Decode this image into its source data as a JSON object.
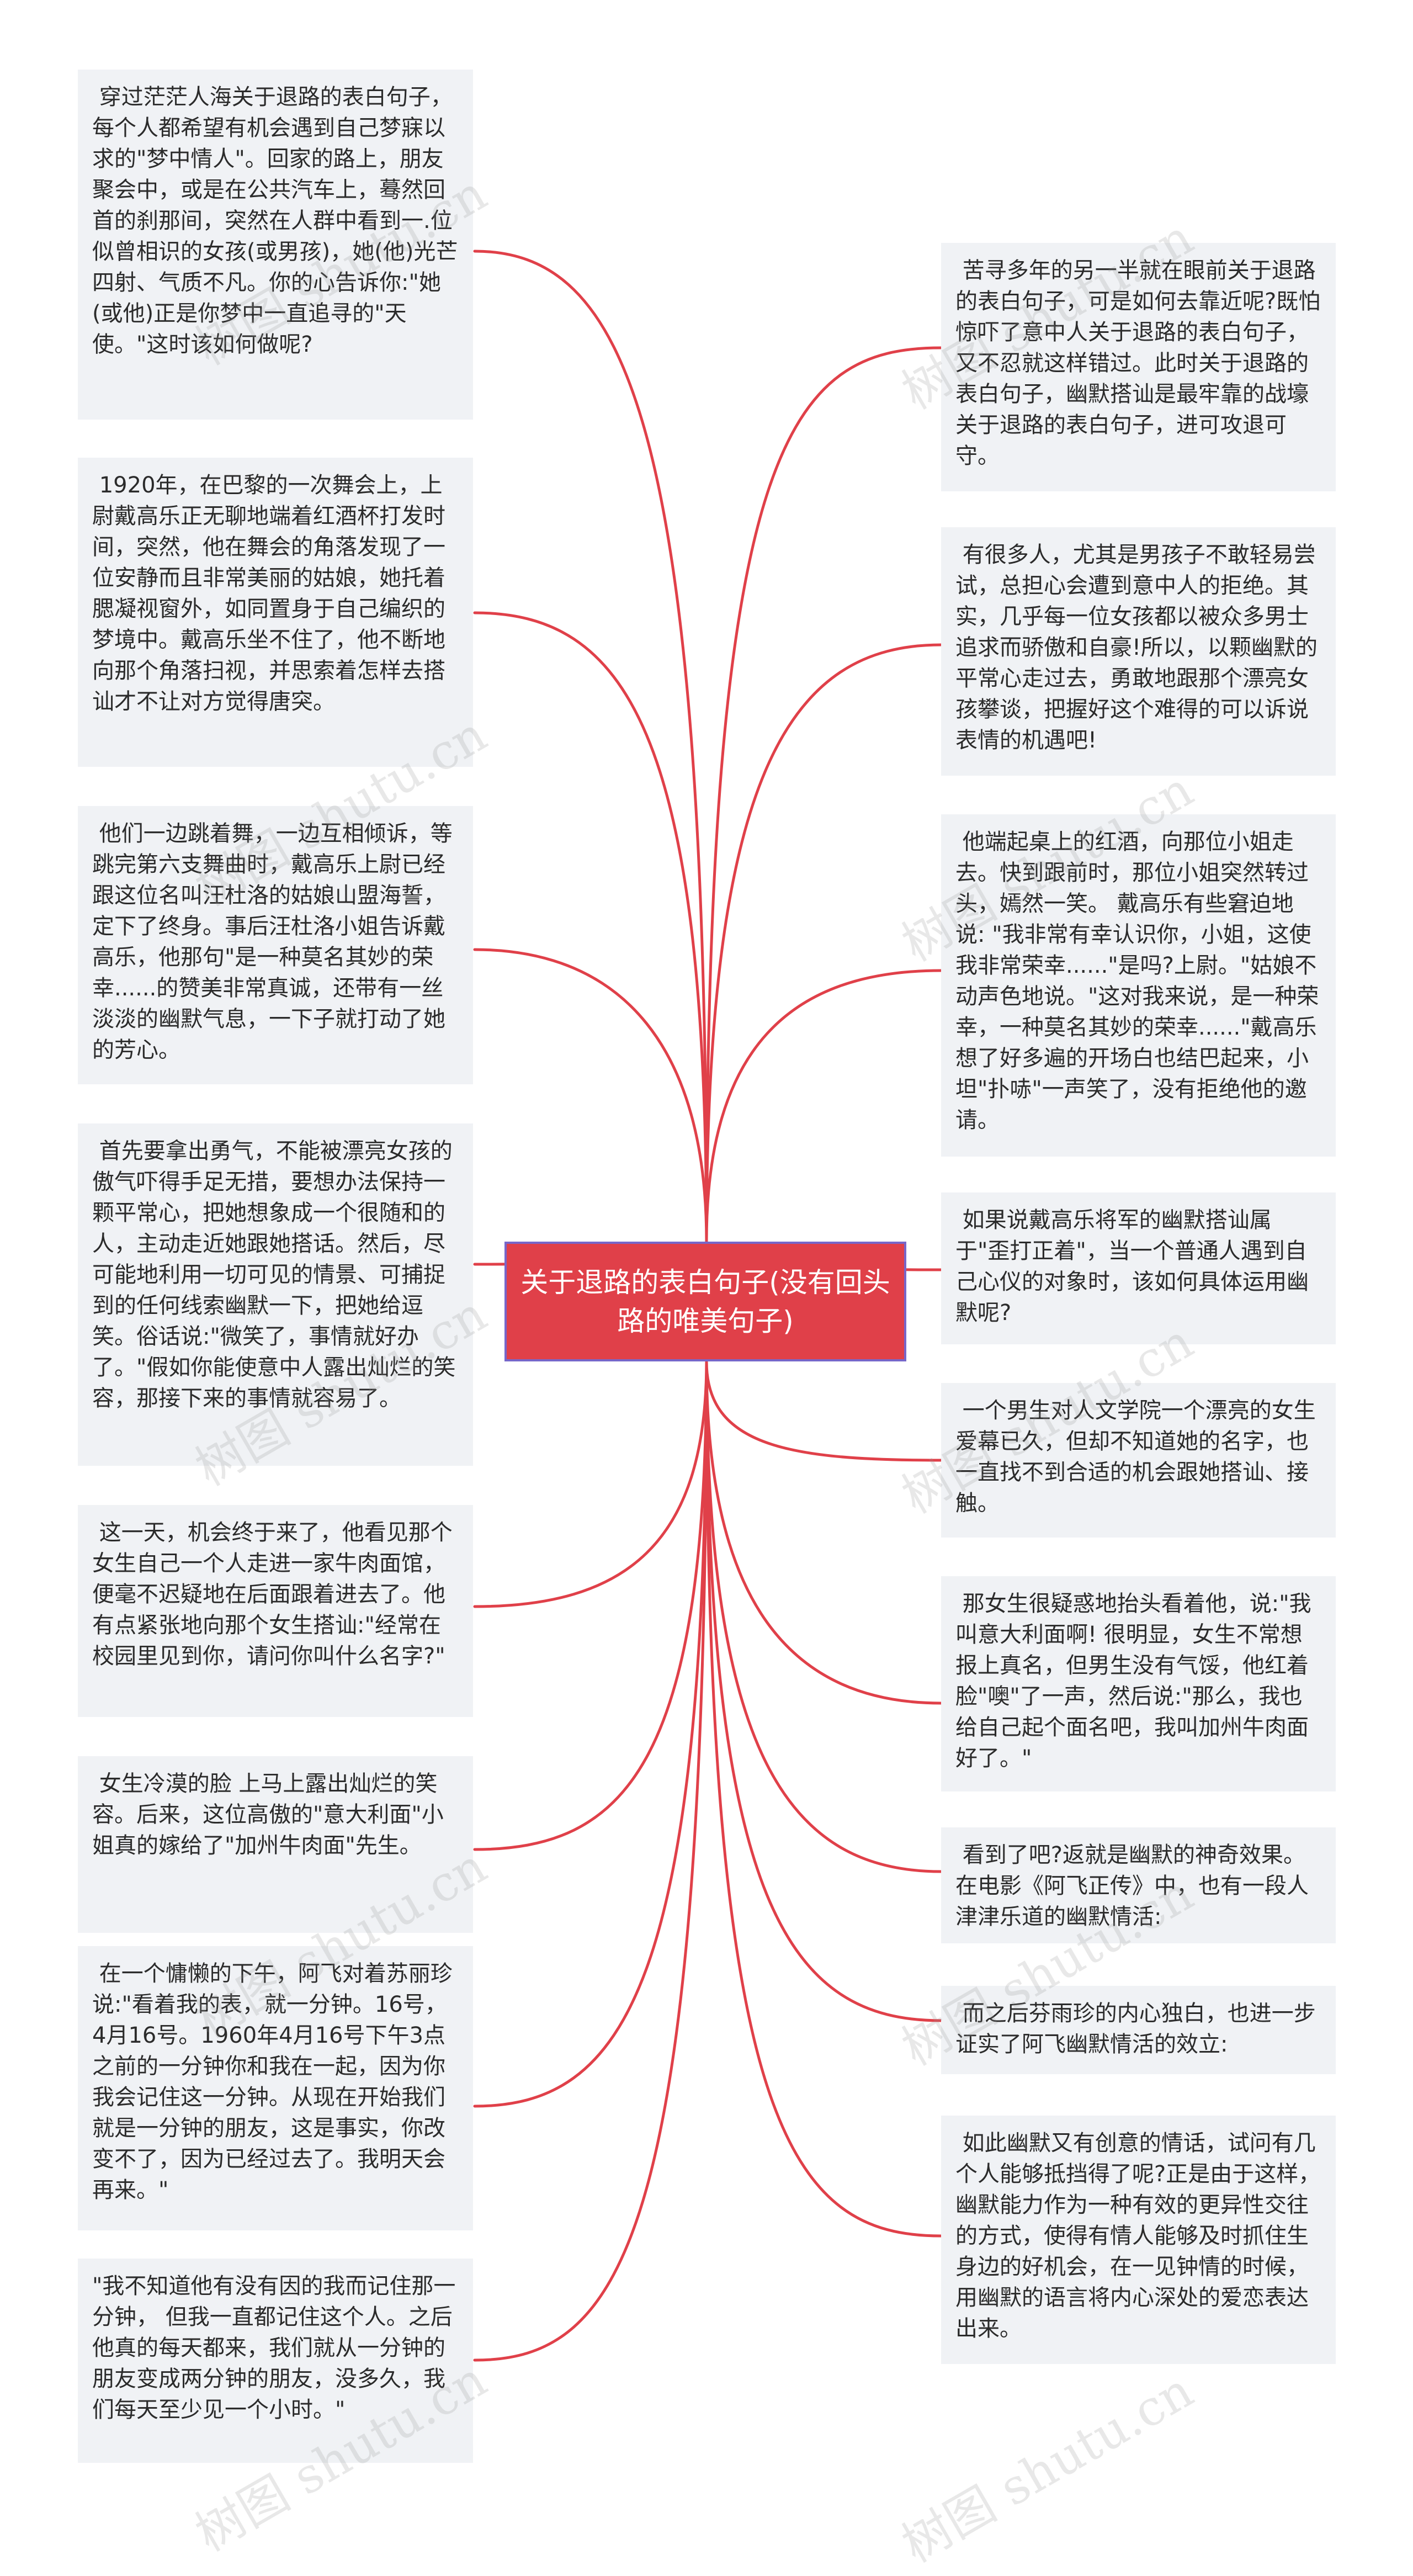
{
  "center": {
    "title": "关于退路的表白句子(没有回头路的唯美句子)"
  },
  "left_nodes": [
    {
      "text": " 穿过茫茫人海关于退路的表白句子，每个人都希望有机会遇到自己梦寐以求的\"梦中情人\"。回家的路上，朋友聚会中，或是在公共汽车上，蓦然回首的刹那间，突然在人群中看到一.位似曾相识的女孩(或男孩)，她(他)光芒四射、气质不凡。你的心告诉你:\"她(或他)正是你梦中一直追寻的\"天使。\"这时该如何做呢?"
    },
    {
      "text": " 1920年，在巴黎的一次舞会上，上尉戴高乐正无聊地端着红酒杯打发时间，突然，他在舞会的角落发现了一位安静而且非常美丽的姑娘，她托着腮凝视窗外，如同置身于自己编织的梦境中。戴高乐坐不住了，他不断地向那个角落扫视，并思索着怎样去搭讪才不让对方觉得唐突。"
    },
    {
      "text": " 他们一边跳着舞，一边互相倾诉，等跳完第六支舞曲时，戴高乐上尉已经跟这位名叫汪杜洛的姑娘山盟海誓，定下了终身。事后汪杜洛小姐告诉戴高乐，他那句\"是一种莫名其妙的荣幸......的赞美非常真诚，还带有一丝 淡淡的幽默气息，一下子就打动了她的芳心。"
    },
    {
      "text": " 首先要拿出勇气，不能被漂亮女孩的傲气吓得手足无措，要想办法保持一颗平常心，把她想象成一个很随和的人，主动走近她跟她搭话。然后，尽可能地利用一切可见的情景、可捕捉到的任何线索幽默一下，把她给逗笑。俗话说:\"微笑了，事情就好办了。\"假如你能使意中人露出灿烂的笑容，那接下来的事情就容易了。"
    },
    {
      "text": " 这一天，机会终于来了，他看见那个女生自己一个人走进一家牛肉面馆，便毫不迟疑地在后面跟着进去了。他有点紧张地向那个女生搭讪:\"经常在校园里见到你，请问你叫什么名字?\""
    },
    {
      "text": " 女生冷漠的脸 上马上露出灿烂的笑容。后来，这位高傲的\"意大利面\"小姐真的嫁给了\"加州牛肉面\"先生。"
    },
    {
      "text": " 在一个慵懒的下午，阿飞对着苏丽珍说:\"看着我的表，就一分钟。16号，4月16号。1960年4月16号下午3点之前的一分钟你和我在一起，因为你我会记住这一分钟。从现在开始我们就是一分钟的朋友，这是事实，你改变不了，因为已经过去了。我明天会再来。\""
    },
    {
      "text": "\"我不知道他有没有因的我而记住那一分钟， 但我一直都记住这个人。之后他真的每天都来，我们就从一分钟的朋友变成两分钟的朋友，没多久，我们每天至少见一个小时。\""
    }
  ],
  "right_nodes": [
    {
      "text": " 苦寻多年的另一半就在眼前关于退路的表白句子，可是如何去靠近呢?既怕惊吓了意中人关于退路的表白句子，又不忍就这样错过。此时关于退路的表白句子，幽默搭讪是最牢靠的战壕关于退路的表白句子，进可攻退可守。"
    },
    {
      "text": " 有很多人，尤其是男孩子不敢轻易尝试，总担心会遭到意中人的拒绝。其实，几乎每一位女孩都以被众多男士追求而骄傲和自豪!所以，以颗幽默的平常心走过去，勇敢地跟那个漂亮女孩攀谈，把握好这个难得的可以诉说表情的机遇吧!"
    },
    {
      "text": " 他端起桌上的红酒，向那位小姐走去。快到跟前时，那位小姐突然转过头，嫣然一笑。 戴高乐有些窘迫地说: \"我非常有幸认识你，小姐，这使我非常荣幸......\"是吗?上尉。\"姑娘不动声色地说。\"这对我来说，是一种荣幸，一种莫名其妙的荣幸......\"戴高乐想了好多遍的开场白也结巴起来，小坦\"扑哧\"一声笑了，没有拒绝他的邀请。"
    },
    {
      "text": " 如果说戴高乐将军的幽默搭讪属于\"歪打正着\"，当一个普通人遇到自己心仪的对象时，该如何具体运用幽默呢?"
    },
    {
      "text": " 一个男生对人文学院一个漂亮的女生爱幕已久，但却不知道她的名字，也一直找不到合适的机会跟她搭讪、接触。"
    },
    {
      "text": " 那女生很疑惑地抬头看着他，说:\"我叫意大利面啊! 很明显，女生不常想报上真名，但男生没有气馁，他红着脸\"噢\"了一声，然后说:\"那么，我也给自己起个面名吧，我叫加州牛肉面好了。\""
    },
    {
      "text": " 看到了吧?返就是幽默的神奇效果。在电影《阿飞正传》中，也有一段人津津乐道的幽默情活:"
    },
    {
      "text": " 而之后芬雨珍的内心独白，也进一步证实了阿飞幽默情活的效立:"
    },
    {
      "text": " 如此幽默又有创意的情话，试问有几个人能够抵挡得了呢?正是由于这样，幽默能力作为一种有效的更异性交往的方式，使得有情人能够及时抓住生身边的好机会，在一见钟情的时候，用幽默的语言将内心深处的爱恋表达出来。"
    }
  ],
  "watermark": "树图 shutu.cn",
  "colors": {
    "link": "#e04049",
    "center_bg": "#e04049",
    "center_border": "#7766c9",
    "node_bg": "#f0f2f5"
  }
}
